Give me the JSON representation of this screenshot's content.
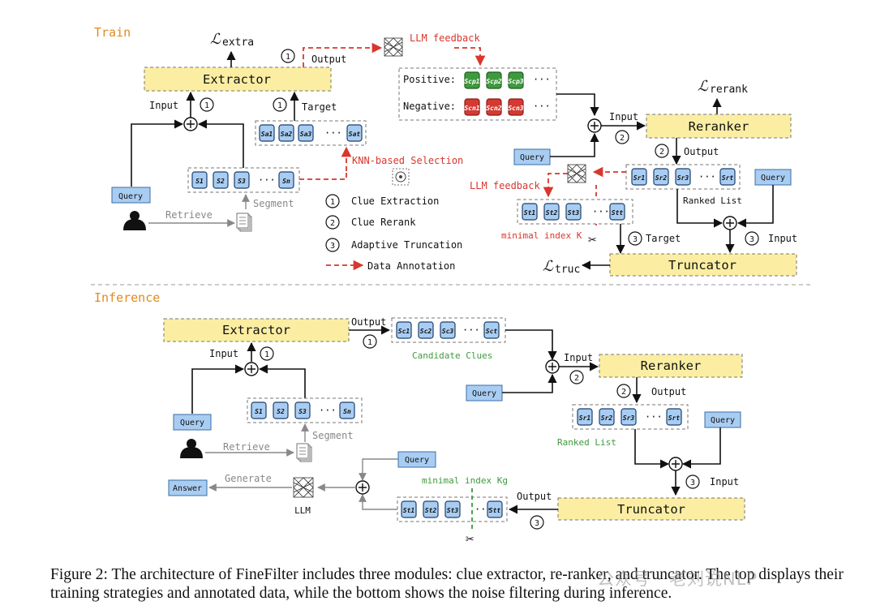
{
  "sections": {
    "train": "Train",
    "inference": "Inference"
  },
  "modules": {
    "extractor": "Extractor",
    "reranker": "Reranker",
    "truncator": "Truncator"
  },
  "losses": {
    "extra": "extra",
    "rerank": "rerank",
    "truc": "truc"
  },
  "labels": {
    "output": "Output",
    "input": "Input",
    "target": "Target",
    "llm_feedback": "LLM feedback",
    "knn": "KNN-based Selection",
    "segment": "Segment",
    "retrieve": "Retrieve",
    "ranked_list": "Ranked List",
    "minimal_index_k": "minimal index K",
    "minimal_index_kg": "minimal index Kg",
    "candidate_clues": "Candidate Clues",
    "generate": "Generate",
    "llm": "LLM",
    "positive": "Positive:",
    "negative": "Negative:",
    "ellipsis": "···"
  },
  "boxes": {
    "query": "Query",
    "answer": "Answer"
  },
  "steps": {
    "one": "1",
    "two": "2",
    "three": "3"
  },
  "legend": [
    {
      "num": "1",
      "text": "Clue Extraction"
    },
    {
      "num": "2",
      "text": "Clue Rerank"
    },
    {
      "num": "3",
      "text": "Adaptive Truncation"
    },
    {
      "num": "",
      "text": "Data Annotation"
    }
  ],
  "tokens": {
    "s": [
      "S1",
      "S2",
      "S3",
      "Sn"
    ],
    "sa": [
      "Sa1",
      "Sa2",
      "Sa3",
      "Sat"
    ],
    "sc": [
      "Sc1",
      "Sc2",
      "Sc3",
      "Sct"
    ],
    "sr": [
      "Sr1",
      "Sr2",
      "Sr3",
      "Srt"
    ],
    "st": [
      "St1",
      "St2",
      "St3",
      "Stt"
    ],
    "pos": [
      "Scp1",
      "Scp2",
      "Scp3"
    ],
    "neg": [
      "Scn1",
      "Scn2",
      "Scn3"
    ]
  },
  "caption": "Figure 2: The architecture of FineFilter includes three modules: clue extractor, re-ranker, and truncator. The top displays their training strategies and annotated data, while the bottom shows the noise filtering during inference.",
  "watermark": "公众号 · 老刘说NLP",
  "colors": {
    "yellow": "#fbeea3",
    "blue": "#a9cdf2",
    "green": "#3e9a3e",
    "red": "#d43a32",
    "orange": "#e08a1e",
    "dashred": "#d9362d"
  }
}
